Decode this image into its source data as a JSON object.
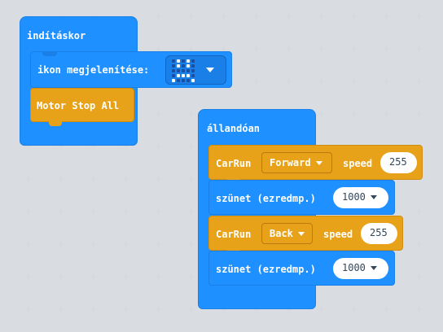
{
  "workspace": {
    "background_color": "#edeff1"
  },
  "on_start": {
    "title": "indításkor",
    "show_icon": {
      "label": "ikon megjelenítése:",
      "icon": {
        "name": "sad-face-icon",
        "pattern": [
          [
            0,
            1,
            0,
            1,
            0
          ],
          [
            0,
            1,
            0,
            1,
            0
          ],
          [
            0,
            0,
            0,
            0,
            0
          ],
          [
            0,
            1,
            1,
            1,
            0
          ],
          [
            1,
            0,
            0,
            0,
            1
          ]
        ]
      }
    },
    "motor_stop": {
      "label": "Motor Stop All"
    }
  },
  "forever": {
    "title": "állandóan",
    "blocks": [
      {
        "kind": "carrun",
        "label": "CarRun",
        "direction": "Forward",
        "speed_label": "speed",
        "speed": "255"
      },
      {
        "kind": "pause",
        "label": "szünet (ezredmp.)",
        "value": "1000"
      },
      {
        "kind": "carrun",
        "label": "CarRun",
        "direction": "Back",
        "speed_label": "speed",
        "speed": "255"
      },
      {
        "kind": "pause",
        "label": "szünet (ezredmp.)",
        "value": "1000"
      }
    ]
  },
  "colors": {
    "basic_blue": "#1e90ff",
    "motor_orange": "#e8a21a",
    "field_text": "#33475b"
  }
}
